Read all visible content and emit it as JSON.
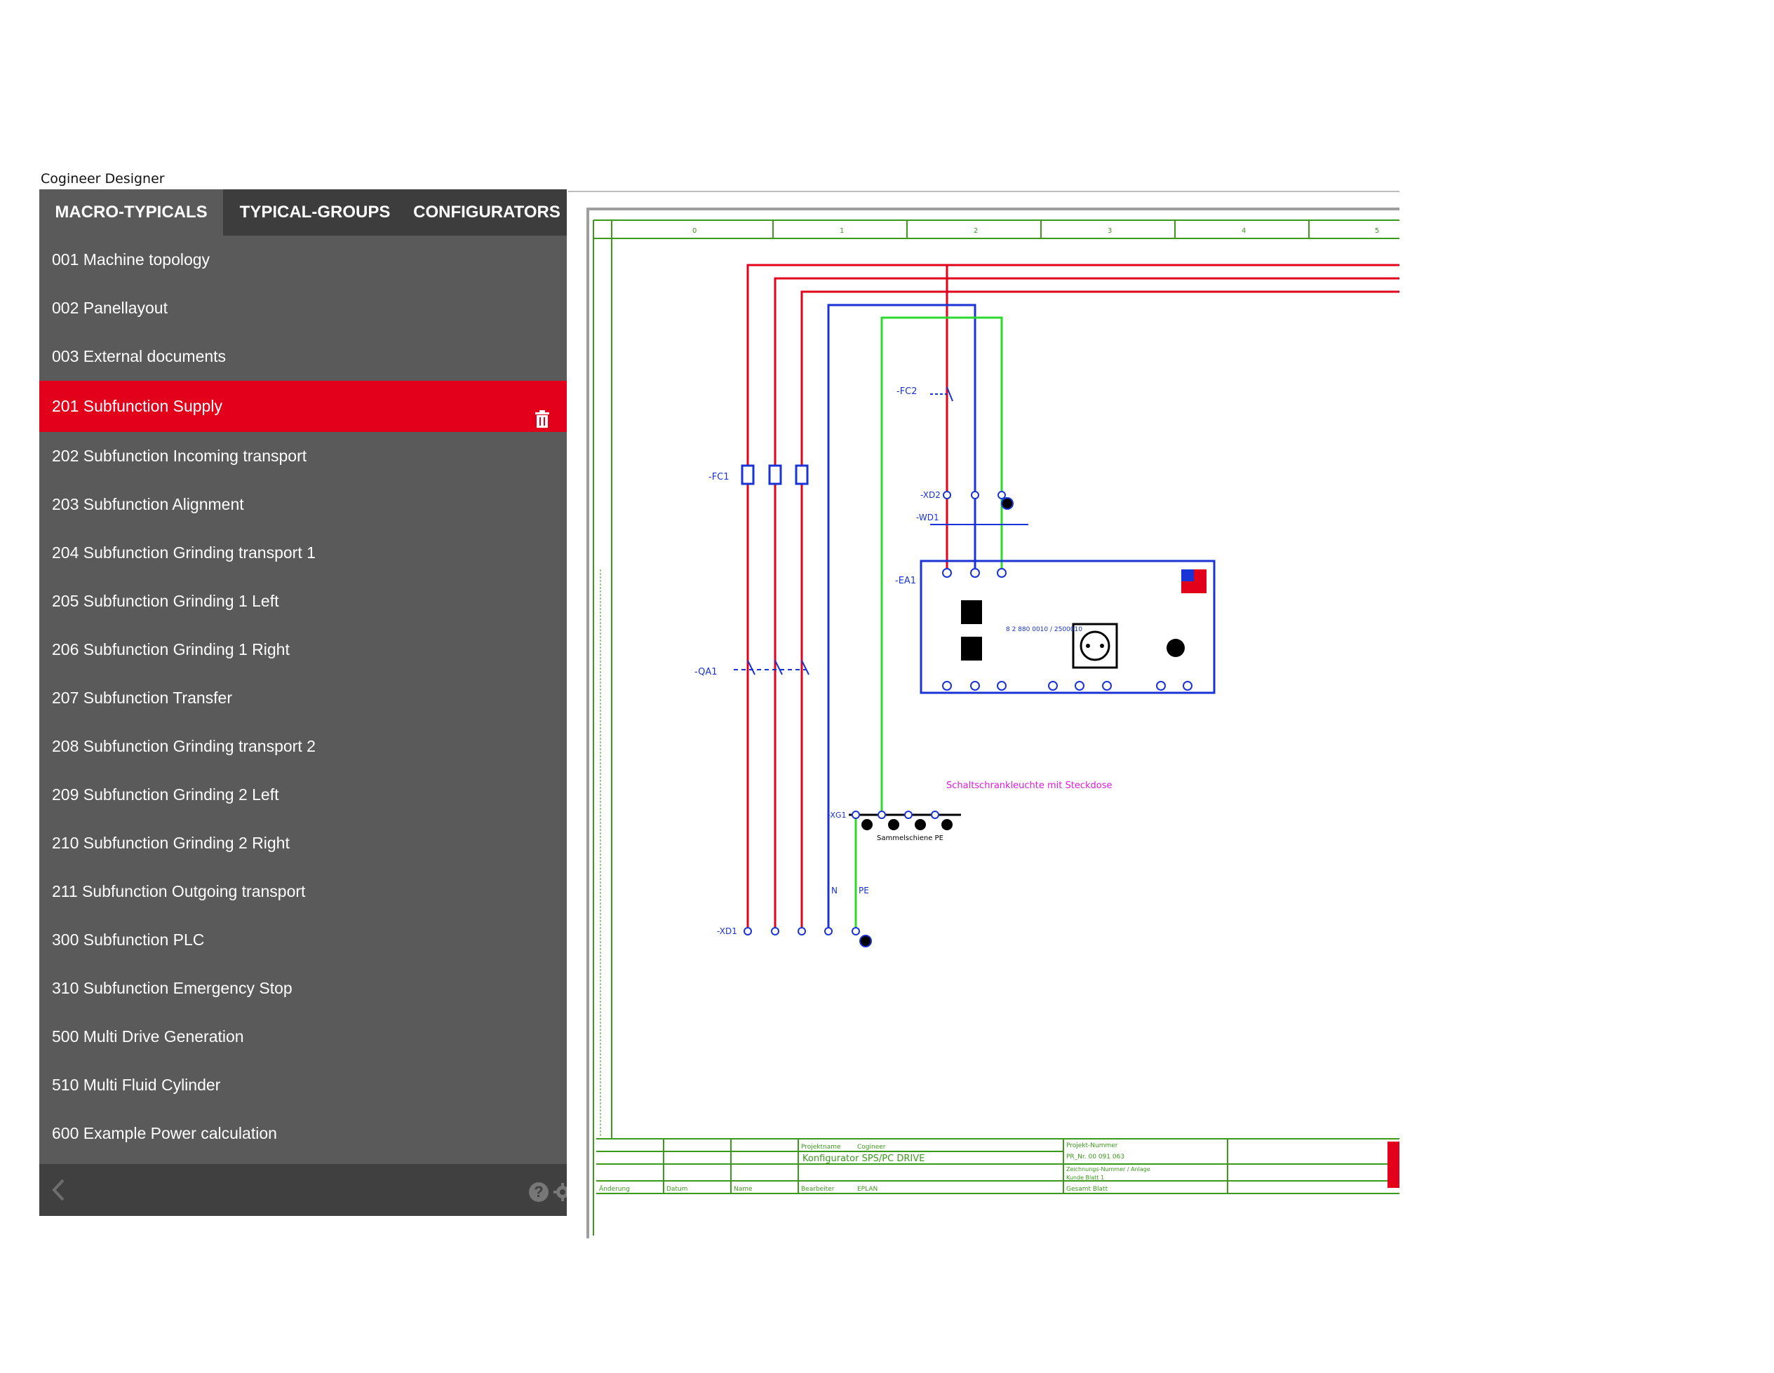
{
  "app": {
    "title": "Cogineer Designer"
  },
  "tabs": [
    {
      "label": "MACRO-TYPICALS",
      "active": true
    },
    {
      "label": "TYPICAL-GROUPS",
      "active": false
    },
    {
      "label": "CONFIGURATORS",
      "active": false
    }
  ],
  "list_items": [
    {
      "label": "001 Machine topology"
    },
    {
      "label": "002 Panellayout"
    },
    {
      "label": "003 External documents"
    },
    {
      "label": "201 Subfunction Supply",
      "selected": true
    },
    {
      "label": "202 Subfunction Incoming transport"
    },
    {
      "label": "203 Subfunction Alignment"
    },
    {
      "label": "204 Subfunction Grinding transport 1"
    },
    {
      "label": "205 Subfunction Grinding 1 Left"
    },
    {
      "label": "206 Subfunction Grinding 1 Right"
    },
    {
      "label": "207 Subfunction Transfer"
    },
    {
      "label": "208 Subfunction Grinding transport 2"
    },
    {
      "label": "209 Subfunction Grinding 2 Left"
    },
    {
      "label": "210 Subfunction Grinding 2 Right"
    },
    {
      "label": "211 Subfunction Outgoing transport"
    },
    {
      "label": "300 Subfunction PLC"
    },
    {
      "label": "310 Subfunction Emergency Stop"
    },
    {
      "label": "500 Multi Drive Generation"
    },
    {
      "label": "510 Multi Fluid Cylinder"
    },
    {
      "label": "600 Example Power calculation"
    }
  ],
  "footer": {
    "help_symbol": "?"
  },
  "colors": {
    "accent": "#e2001a",
    "panel": "#5a5a5a",
    "tabbar": "#3d3d3d",
    "footer": "#404040"
  },
  "icons": [
    "trash-icon",
    "chevron-left-icon",
    "help-icon",
    "gear-icon"
  ],
  "schematic": {
    "grid_columns": [
      "0",
      "1",
      "2",
      "3",
      "4",
      "5"
    ],
    "labels": {
      "fc1": "-FC1",
      "qa1": "-QA1",
      "fc2": "-FC2",
      "xd2": "-XD2",
      "wd1": "-WD1",
      "ea1": "-EA1",
      "xd1": "-XD1",
      "xg1": "-XG1",
      "note_magenta": "Schaltschrankleuchte mit Steckdose",
      "terminal_pe_caption": "Sammelschiene PE",
      "n": "N",
      "pe": "PE",
      "ea1_part": "8 2 880 0010 / 2500010"
    },
    "title_block": {
      "project_name_label": "Projektname",
      "project_name_value": "Cogineer",
      "project_number_label": "Projekt-Nummer",
      "project_number_value": "PR_Nr. 00 091 063",
      "title_text": "Konfigurator SPS/PC DRIVE",
      "creator_label": "Bearbeiter",
      "creator_value": "EPLAN",
      "change_label": "Änderung",
      "date_label": "Datum",
      "name_label": "Name",
      "sheet_label": "Gesamt Blatt",
      "grid_row_1": "Zeichnungs-Nummer / Anlage",
      "grid_row_2": "Kunde Blatt 1"
    }
  }
}
